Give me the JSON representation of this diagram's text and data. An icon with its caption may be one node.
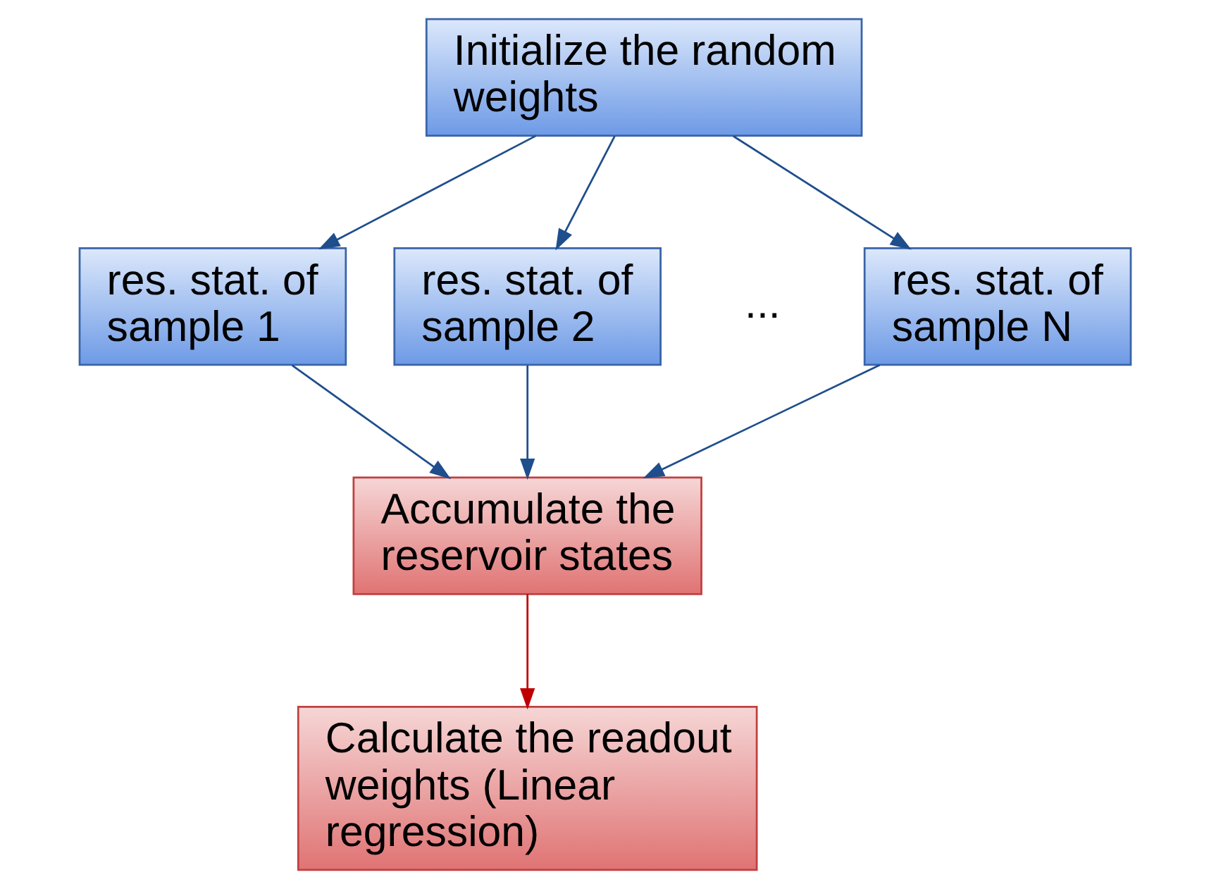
{
  "diagram": {
    "nodes": [
      {
        "text": [
          "Initialize the random weights"
        ]
      },
      {
        "text": [
          "res. stat. of sample 1"
        ]
      },
      {
        "text": [
          "res. stat. of sample 2"
        ]
      },
      {
        "text": [
          "res. stat. of sample N"
        ]
      },
      {
        "text": [
          "Accumulate the reservoir states"
        ]
      },
      {
        "text": [
          "Calculate the readout weights (Linear regression)"
        ]
      }
    ],
    "edges": [
      {
        "from": 0,
        "to": 1,
        "arrow": "to"
      },
      {
        "from": 0,
        "to": 2,
        "arrow": "to"
      },
      {
        "from": 0,
        "to": 3,
        "arrow": "to"
      },
      {
        "from": 1,
        "to": 4,
        "arrow": "to"
      },
      {
        "from": 2,
        "to": 4,
        "arrow": "to"
      },
      {
        "from": 3,
        "to": 4,
        "arrow": "to"
      },
      {
        "from": 4,
        "to": 5,
        "arrow": "to",
        "color": "#c00000"
      }
    ],
    "labels": [
      "..."
    ]
  }
}
